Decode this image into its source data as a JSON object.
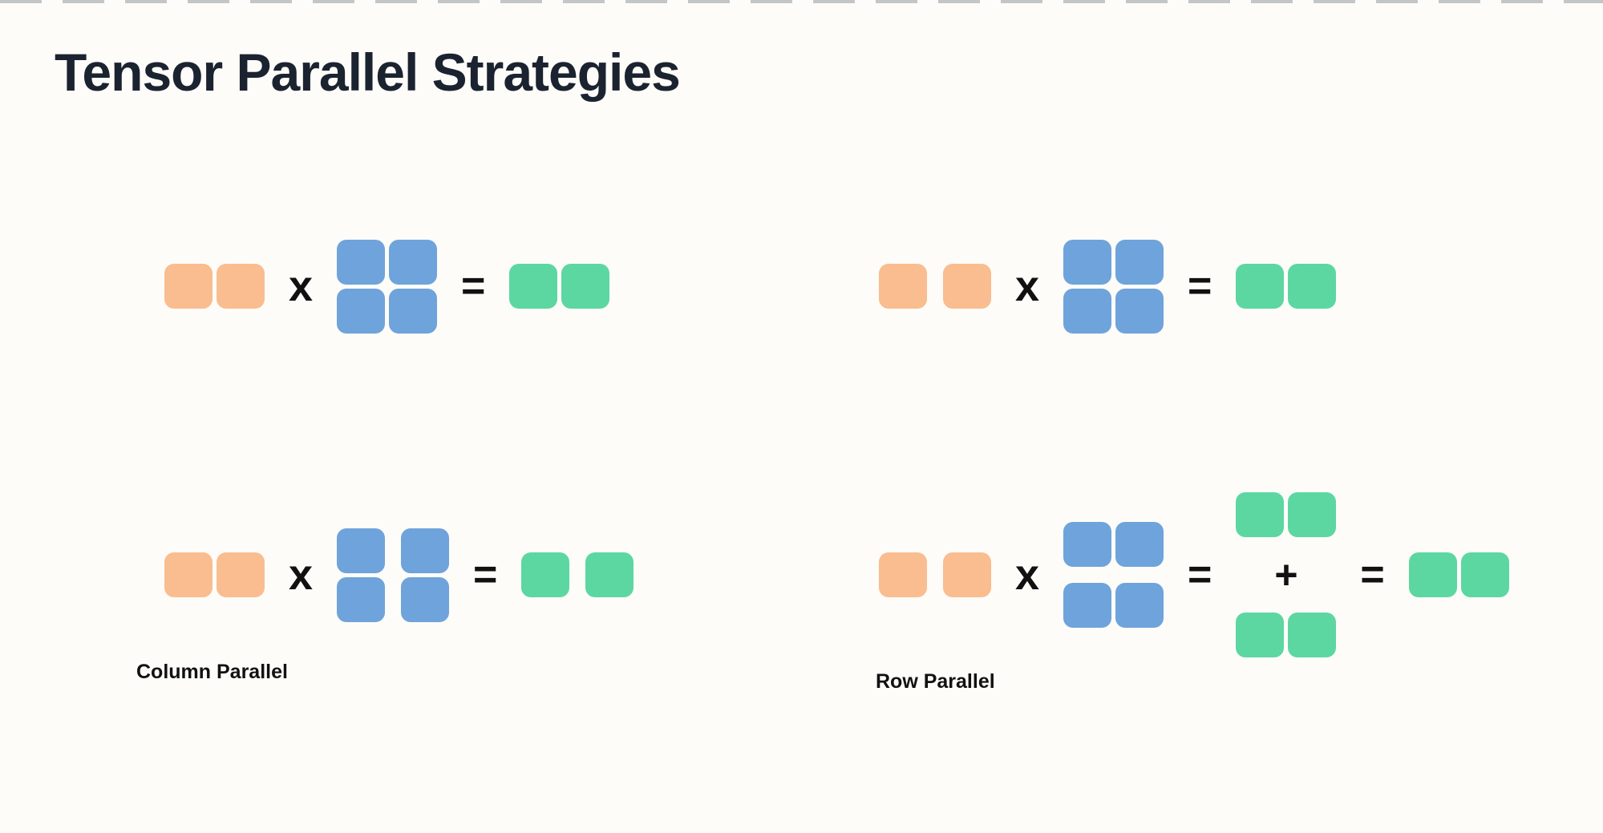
{
  "page": {
    "title": "Tensor Parallel Strategies"
  },
  "colors": {
    "background": "#FDFCF8",
    "title_text": "#1B2330",
    "label_text": "#111111",
    "operator_text": "#111111",
    "orange_block": "#FABD8F",
    "blue_block": "#6FA3DB",
    "green_block": "#5CD7A2",
    "top_dash": "#6B7480"
  },
  "operators": {
    "multiply": "x",
    "equals": "=",
    "plus": "+"
  },
  "diagrams": {
    "top_left": {
      "items": [
        {
          "type": "matrix",
          "name": "input-vector",
          "color": "orange",
          "rows": 1,
          "cols": 2
        },
        {
          "type": "op",
          "name": "multiply-operator",
          "op": "multiply"
        },
        {
          "type": "matrix",
          "name": "weight-matrix",
          "color": "blue",
          "rows": 2,
          "cols": 2
        },
        {
          "type": "op",
          "name": "equals-operator",
          "op": "equals"
        },
        {
          "type": "matrix",
          "name": "output-vector",
          "color": "green",
          "rows": 1,
          "cols": 2
        }
      ]
    },
    "top_right": {
      "items": [
        {
          "type": "matrix",
          "name": "input-vector-sharded",
          "color": "orange",
          "rows": 1,
          "cols": 2,
          "col_gap": 20
        },
        {
          "type": "op",
          "name": "multiply-operator",
          "op": "multiply"
        },
        {
          "type": "matrix",
          "name": "weight-matrix",
          "color": "blue",
          "rows": 2,
          "cols": 2
        },
        {
          "type": "op",
          "name": "equals-operator",
          "op": "equals"
        },
        {
          "type": "matrix",
          "name": "output-vector",
          "color": "green",
          "rows": 1,
          "cols": 2
        }
      ]
    },
    "bottom_left": {
      "label": "Column Parallel",
      "items": [
        {
          "type": "matrix",
          "name": "input-vector",
          "color": "orange",
          "rows": 1,
          "cols": 2
        },
        {
          "type": "op",
          "name": "multiply-operator",
          "op": "multiply"
        },
        {
          "type": "matrix",
          "name": "weight-matrix-column-split",
          "color": "blue",
          "rows": 2,
          "cols": 2,
          "col_gap": 20
        },
        {
          "type": "op",
          "name": "equals-operator",
          "op": "equals"
        },
        {
          "type": "matrix",
          "name": "output-vector-split",
          "color": "green",
          "rows": 1,
          "cols": 2,
          "col_gap": 20
        }
      ]
    },
    "bottom_right": {
      "label": "Row Parallel",
      "items": [
        {
          "type": "matrix",
          "name": "input-vector-sharded",
          "color": "orange",
          "rows": 1,
          "cols": 2,
          "col_gap": 20
        },
        {
          "type": "op",
          "name": "multiply-operator",
          "op": "multiply"
        },
        {
          "type": "matrix",
          "name": "weight-matrix-row-split",
          "color": "blue",
          "rows": 2,
          "cols": 2,
          "row_gap": 20
        },
        {
          "type": "op",
          "name": "equals-operator",
          "op": "equals"
        },
        {
          "type": "vstack",
          "name": "partial-sum-stack",
          "items": [
            {
              "type": "matrix",
              "name": "partial-output-top",
              "color": "green",
              "rows": 1,
              "cols": 2
            },
            {
              "type": "op",
              "name": "plus-operator",
              "op": "plus"
            },
            {
              "type": "matrix",
              "name": "partial-output-bottom",
              "color": "green",
              "rows": 1,
              "cols": 2
            }
          ]
        },
        {
          "type": "op",
          "name": "equals-operator",
          "op": "equals"
        },
        {
          "type": "matrix",
          "name": "final-output-vector",
          "color": "green",
          "rows": 1,
          "cols": 2
        }
      ]
    }
  }
}
